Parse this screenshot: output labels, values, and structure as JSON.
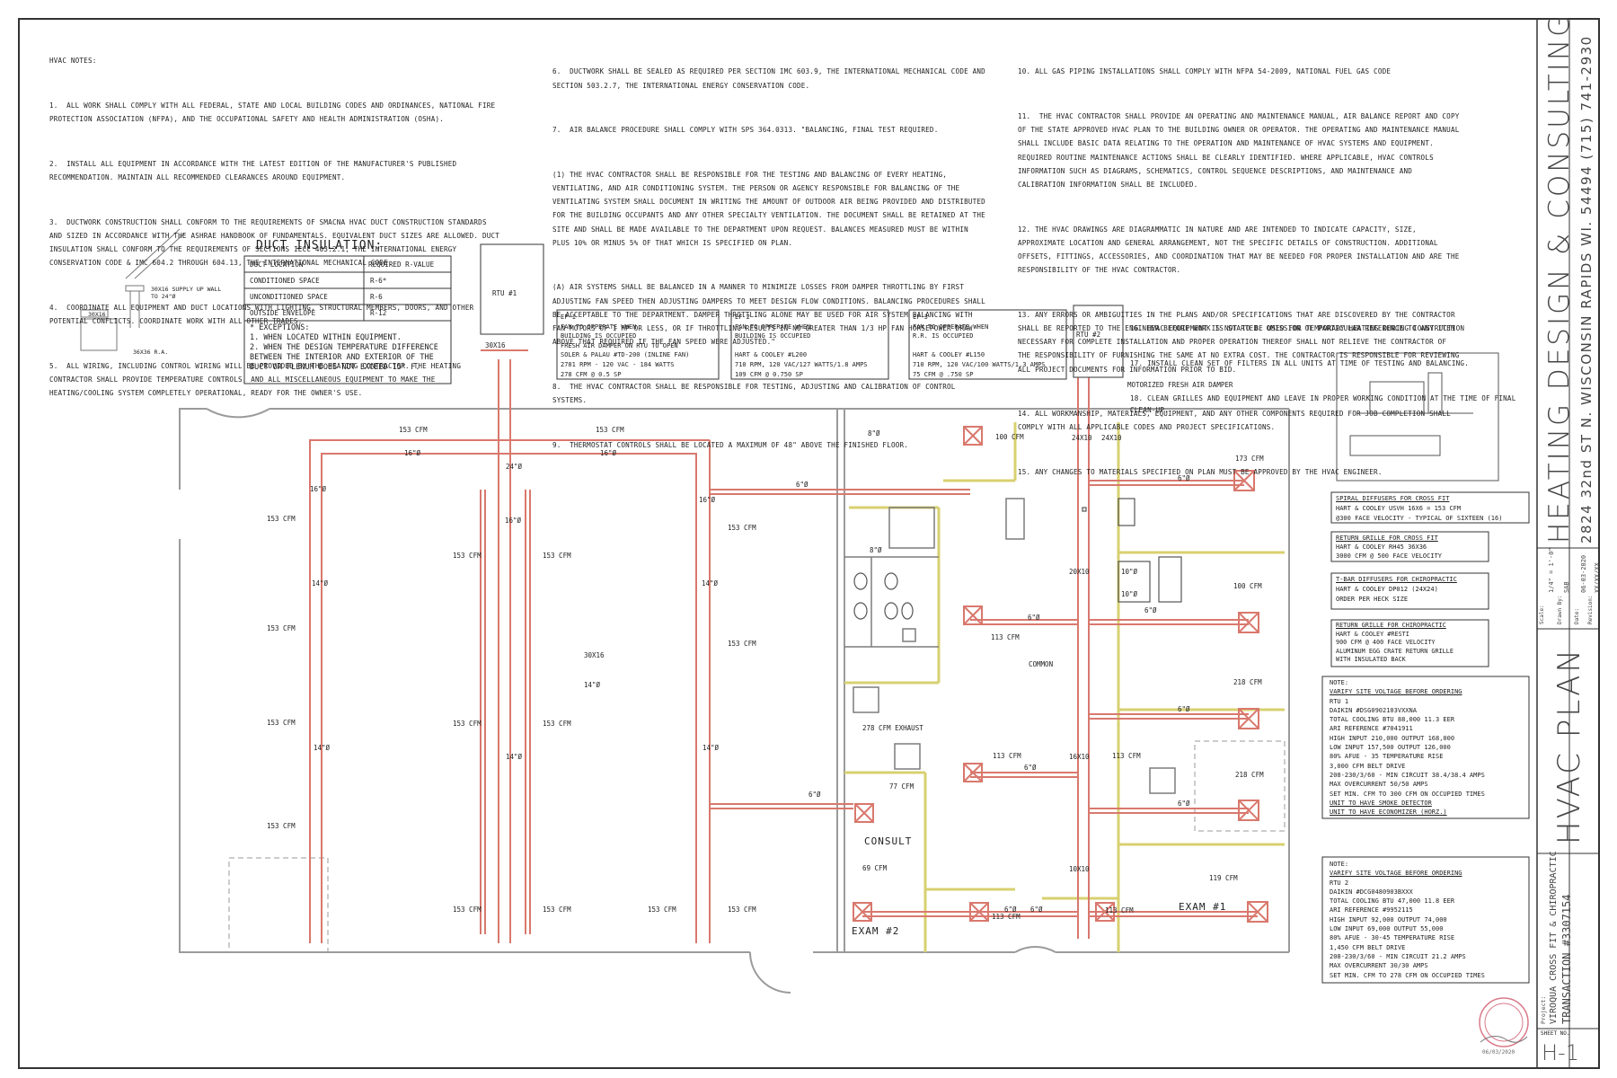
{
  "notes_col1": {
    "heading": "HVAC NOTES:",
    "items": [
      "1.  ALL WORK SHALL COMPLY WITH ALL FEDERAL, STATE AND LOCAL BUILDING CODES AND ORDINANCES, NATIONAL FIRE PROTECTION ASSOCIATION (NFPA), AND THE OCCUPATIONAL SAFETY AND HEALTH ADMINISTRATION (OSHA).",
      "2.  INSTALL ALL EQUIPMENT IN ACCORDANCE WITH THE LATEST EDITION OF THE MANUFACTURER'S PUBLISHED RECOMMENDATION. MAINTAIN ALL RECOMMENDED CLEARANCES AROUND EQUIPMENT.",
      "3.  DUCTWORK CONSTRUCTION SHALL CONFORM TO THE REQUIREMENTS OF SMACNA HVAC DUCT CONSTRUCTION STANDARDS AND SIZED IN ACCORDANCE WITH THE ASHRAE HANDBOOK OF FUNDAMENTALS. EQUIVALENT DUCT SIZES ARE ALLOWED. DUCT INSULATION SHALL CONFORM TO THE REQUIREMENTS OF SECTIONS IECC 403.2.1, THE INTERNATIONAL ENERGY CONSERVATION CODE & IMC 604.2 THROUGH 604.13, THE INTERNATIONAL MECHANICAL CODE.",
      "4.  COORDINATE ALL EQUIPMENT AND DUCT LOCATIONS WITH LIGHTING, STRUCTURAL MEMBERS, DOORS, AND OTHER POTENTIAL CONFLICTS. COORDINATE WORK WITH ALL OTHER TRADES.",
      "5.  ALL WIRING, INCLUDING CONTROL WIRING WILL BE PROVIDED BY THE HEATING CONTRACTOR. THE HEATING CONTRACTOR SHALL PROVIDE TEMPERATURE CONTROLS, AND ALL MISCELLANEOUS EQUIPMENT TO MAKE THE HEATING/COOLING SYSTEM COMPLETELY OPERATIONAL, READY FOR THE OWNER'S USE."
    ]
  },
  "notes_col2": {
    "items": [
      "6.  DUCTWORK SHALL BE SEALED AS REQUIRED PER SECTION IMC 603.9, THE INTERNATIONAL MECHANICAL CODE AND SECTION 503.2.7, THE INTERNATIONAL ENERGY CONSERVATION CODE.",
      "7.  AIR BALANCE PROCEDURE SHALL COMPLY WITH SPS 364.0313. \"BALANCING, FINAL TEST REQUIRED.",
      "(1) THE HVAC CONTRACTOR SHALL BE RESPONSIBLE FOR THE TESTING AND BALANCING OF EVERY HEATING, VENTILATING, AND AIR CONDITIONING SYSTEM. THE PERSON OR AGENCY RESPONSIBLE FOR BALANCING OF THE VENTILATING SYSTEM SHALL DOCUMENT IN WRITING THE AMOUNT OF OUTDOOR AIR BEING PROVIDED AND DISTRIBUTED FOR THE BUILDING OCCUPANTS AND ANY OTHER SPECIALTY VENTILATION. THE DOCUMENT SHALL BE RETAINED AT THE SITE AND SHALL BE MADE AVAILABLE TO THE DEPARTMENT UPON REQUEST. BALANCES MEASURED MUST BE WITHIN PLUS 10% OR MINUS 5% OF THAT WHICH IS SPECIFIED ON PLAN.",
      "(A) AIR SYSTEMS SHALL BE BALANCED IN A MANNER TO MINIMIZE LOSSES FROM DAMPER THROTTLING BY FIRST ADJUSTING FAN SPEED THEN ADJUSTING DAMPERS TO MEET DESIGN FLOW CONDITIONS. BALANCING PROCEDURES SHALL BE ACCEPTABLE TO THE DEPARTMENT. DAMPER THROTTLING ALONE MAY BE USED FOR AIR SYSTEM BALANCING WITH FAN MOTORS OF 1 HP OR LESS, OR IF THROTTLING RESULTS IN NO GREATER THAN 1/3 HP FAN HORSEPOWER DRAW ABOVE THAT REQUIRED IF THE FAN SPEED WERE ADJUSTED.\"",
      "8.  THE HVAC CONTRACTOR SHALL BE RESPONSIBLE FOR TESTING, ADJUSTING AND CALIBRATION OF CONTROL SYSTEMS.",
      "9.  THERMOSTAT CONTROLS SHALL BE LOCATED A MAXIMUM OF 48\" ABOVE THE FINISHED FLOOR."
    ]
  },
  "notes_col3": {
    "items": [
      "10. ALL GAS PIPING INSTALLATIONS SHALL COMPLY WITH NFPA 54-2009, NATIONAL FUEL GAS CODE",
      "11.  THE HVAC CONTRACTOR SHALL PROVIDE AN OPERATING AND MAINTENANCE MANUAL, AIR BALANCE REPORT AND COPY OF THE STATE APPROVED HVAC PLAN TO THE BUILDING OWNER OR OPERATOR. THE OPERATING AND MAINTENANCE MANUAL SHALL INCLUDE BASIC DATA RELATING TO THE OPERATION AND MAINTENANCE OF HVAC SYSTEMS AND EQUIPMENT. REQUIRED ROUTINE MAINTENANCE ACTIONS SHALL BE CLEARLY IDENTIFIED. WHERE APPLICABLE, HVAC CONTROLS INFORMATION SUCH AS DIAGRAMS, SCHEMATICS, CONTROL SEQUENCE DESCRIPTIONS, AND MAINTENANCE AND CALIBRATION INFORMATION SHALL BE INCLUDED.",
      "12. THE HVAC DRAWINGS ARE DIAGRAMMATIC IN NATURE AND ARE INTENDED TO INDICATE CAPACITY, SIZE, APPROXIMATE LOCATION AND GENERAL ARRANGEMENT, NOT THE SPECIFIC DETAILS OF CONSTRUCTION. ADDITIONAL OFFSETS, FITTINGS, ACCESSORIES, AND COORDINATION THAT MAY BE NEEDED FOR PROPER INSTALLATION AND ARE THE RESPONSIBILITY OF THE HVAC CONTRACTOR.",
      "13. ANY ERRORS OR AMBIGUITIES IN THE PLANS AND/OR SPECIFICATIONS THAT ARE DISCOVERED BY THE CONTRACTOR SHALL BE REPORTED TO THE ENGINEER BEFORE WORK IS STARTED. OMISSION OF PARTICULAR REFERENCE TO ANY ITEM NECESSARY FOR COMPLETE INSTALLATION AND PROPER OPERATION THEREOF SHALL NOT RELIEVE THE CONTRACTOR OF THE RESPONSIBILITY OF FURNISHING THE SAME AT NO EXTRA COST. THE CONTRACTOR IS RESPONSIBLE FOR REVIEWING ALL PROJECT DOCUMENTS FOR INFORMATION PRIOR TO BID.",
      "14. ALL WORKMANSHIP, MATERIALS, EQUIPMENT, AND ANY OTHER COMPONENTS REQUIRED FOR JOB COMPLETION SHALL COMPLY WITH ALL APPLICABLE CODES AND PROJECT SPECIFICATIONS.",
      "15. ANY CHANGES TO MATERIALS SPECIFIED ON PLAN MUST BE APPROVED BY THE HVAC ENGINEER."
    ]
  },
  "notes_col4": {
    "items": [
      "16. HVAC EQUIPMENT IS NOT TO BE USED FOR TEMPORARY HEATING DURING CONSTRUCTION",
      "17. INSTALL CLEAN SET OF FILTERS IN ALL UNITS AT TIME OF TESTING AND BALANCING.",
      "18. CLEAN GRILLES AND EQUIPMENT AND LEAVE IN PROPER WORKING CONDITION AT THE TIME OF FINAL CLEAN-UP."
    ]
  },
  "duct_insulation": {
    "title": "DUCT INSULATION:",
    "col_location": "DUCT LOCATION",
    "col_rvalue": "REQUIRED R-VALUE",
    "rows": [
      {
        "location": "CONDITIONED SPACE",
        "value": "R-6*"
      },
      {
        "location": "UNCONDITIONED SPACE",
        "value": "R-6"
      },
      {
        "location": "OUTSIDE ENVELOPE",
        "value": "R-12"
      }
    ],
    "exceptions_title": "* EXCEPTIONS:",
    "exceptions": [
      "1. WHEN LOCATED WITHIN EQUIPMENT.",
      "2. WHEN THE DESIGN TEMPERATURE DIFFERENCE BETWEEN THE INTERIOR AND EXTERIOR OF THE DUCT OR PLENUM DOES NOT EXCEED 15° F."
    ]
  },
  "detail": {
    "supply": "30X16 SUPPLY UP WALL TO 24\"Ø",
    "size": "30X16",
    "ra": "36X36 R.A."
  },
  "fans": [
    {
      "title": "EF-1",
      "lines": [
        "FAN TO OPPERATE WHEN",
        "BUILDING IS OCCUPIED",
        "FRESH AIR DAMPER ON RTU TO OPEN",
        "SOLER & PALAU #TD-200 (INLINE FAN)",
        "2781 RPM - 120 VAC - 184 WATTS",
        "278 CFM @ 0.5 SP"
      ]
    },
    {
      "title": "EF-2",
      "lines": [
        "FAN TO OPPERATE WHEN",
        "BUILDING IS OCCUPIED",
        "",
        "HART & COOLEY #L200",
        "710 RPM, 120 VAC/127 WATTS/1.8 AMPS",
        "109 CFM @ 0.750 SP"
      ]
    },
    {
      "title": "EF-3",
      "lines": [
        "FAN TO OPPERATE WHEN",
        "R.R. IS OCCUPIED",
        "",
        "HART & COOLEY #L150",
        "710 RPM, 120 VAC/100 WATTS/1.3 AMPS",
        "75 CFM @ .750 SP"
      ]
    }
  ],
  "plan": {
    "rtu1": "RTU #1",
    "rtu1_size": "30X16",
    "rtu2": "RTU #2",
    "fresh_air": "MOTORIZED FRESH AIR DAMPER",
    "common": "COMMON",
    "consult": "CONSULT",
    "exam1": "EXAM #1",
    "exam2": "EXAM #2",
    "exhaust": "278 CFM EXHAUST",
    "cfm153": "153 CFM",
    "labels": {
      "d16": "16\"Ø",
      "d24": "24\"Ø",
      "d14": "14\"Ø",
      "d8": "8\"Ø",
      "d6": "6\"Ø",
      "d10": "10\"Ø",
      "s30x16": "30X16",
      "s24x10": "24X10",
      "s20x10": "20X10",
      "s16x10": "16X10",
      "s10x10": "10X10",
      "c100": "100 CFM",
      "c173": "173 CFM",
      "c113": "113 CFM",
      "c218": "218 CFM",
      "c77": "77 CFM",
      "c69": "69 CFM",
      "c119": "119 CFM"
    }
  },
  "specs": [
    {
      "title": "SPIRAL DIFFUSERS FOR CROSS FIT",
      "lines": [
        "HART & COOLEY USVH 16X6 = 153 CFM",
        "@300 FACE VELOCITY - TYPICAL OF SIXTEEN (16)"
      ]
    },
    {
      "title": "RETURN GRILLE FOR CROSS FIT",
      "lines": [
        "HART & COOLEY RH45 36X36",
        "3000 CFM @ 500 FACE VELOCITY"
      ]
    },
    {
      "title": "T-BAR DIFFUSERS FOR CHIROPRACTIC",
      "lines": [
        "HART & COOLEY DP012 (24x24)",
        "ORDER PER HECK SIZE"
      ]
    },
    {
      "title": "RETURN GRILLE FOR CHIROPRACTIC",
      "lines": [
        "HART & COOLEY #RESTI",
        "900 CFM @ 400 FACE VELOCITY",
        "ALUMINUM EGG CRATE RETURN GRILLE",
        "WITH INSULATED BACK"
      ]
    }
  ],
  "rtu1_note": {
    "note": "NOTE:",
    "verify": "VARIFY SITE VOLTAGE BEFORE ORDERING",
    "lines": [
      "RTU 1",
      "DAIKIN #DSG0902103VXXNA",
      "TOTAL COOLING BTU 88,000    11.3 EER",
      "ARI REFERENCE #7041911",
      "HIGH INPUT 210,000  OUTPUT 168,000",
      "LOW INPUT 157,500  OUTPUT 126,000",
      "80% AFUE - 35 TEMPERATURE RISE",
      "3,000 CFM BELT DRIVE",
      "208-230/3/60 - MIN CIRCUIT 38.4/38.4 AMPS",
      "MAX OVERCURRENT 50/50 AMPS",
      "SET MIN. CFM TO 300 CFM ON OCCUPIED TIMES"
    ],
    "smoke": "UNIT TO HAVE SMOKE DETECTOR",
    "econ": "UNIT TO HAVE ECONOMIZER (HORZ.)"
  },
  "rtu2_note": {
    "note": "NOTE:",
    "verify": "VARIFY SITE VOLTAGE BEFORE ORDERING",
    "lines": [
      "RTU 2",
      "DAIKIN #DCG0480903BXXX",
      "TOTAL COOLING BTU 47,000    11.8 EER",
      "ARI REFERENCE #9952115",
      "HIGH INPUT 92,000  OUTPUT 74,000",
      "LOW INPUT 69,000   OUTPUT 55,000",
      "80% AFUE - 30-45 TEMPERATURE RISE",
      "1,450 CFM BELT DRIVE",
      "208-230/3/60 - MIN CIRCUIT 21.2 AMPS",
      "MAX OVERCURRENT 30/30 AMPS",
      "SET MIN. CFM TO 278 CFM ON OCCUPIED TIMES"
    ]
  },
  "title_block": {
    "company": "HEATING DESIGN & CONSULTING",
    "address": "2824 32nd ST N. WISCONSIN RAPIDS WI. 54494   (715) 741-2930",
    "drawing_title": "HVAC PLAN",
    "project_label": "Project:",
    "project": "VIROQUA CROSS FIT & CHIROPRACTIC",
    "transaction": "TRANSACTION #3307154",
    "scale_label": "Scale:",
    "scale": "1/4\" = 1'-0\"",
    "drawn_label": "Drawn By:",
    "drawn": "SAB",
    "date_label": "Date:",
    "date": "06-03-2020",
    "rev_label": "Revision:",
    "rev": "XX/XX/XX",
    "sheet_label": "SHEET NO.",
    "sheet": "H-1",
    "seal_date": "06/03/2020"
  },
  "colors": {
    "duct": "#d9786d",
    "wall": "#9a9a9a",
    "yellow": "#d8d070",
    "ink": "#222222"
  }
}
